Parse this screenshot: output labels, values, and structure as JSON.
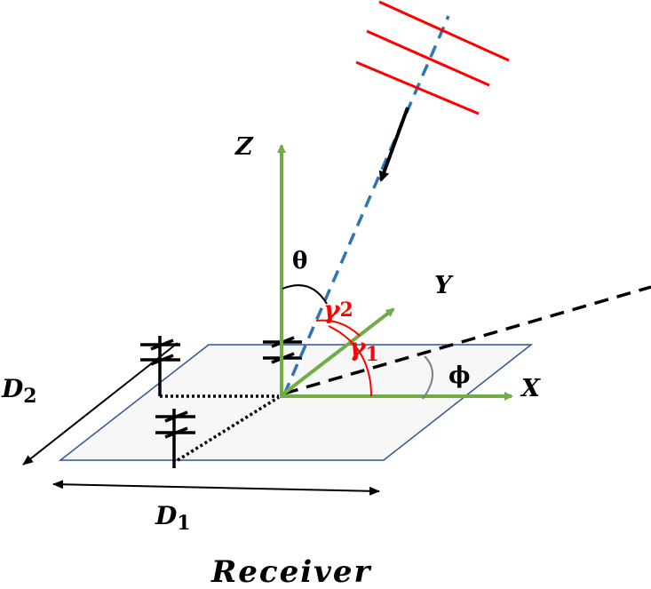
{
  "diagram": {
    "type": "receiver-geometry",
    "labels": {
      "z_axis": "Z",
      "y_axis": "Y",
      "x_axis": "X",
      "theta": "θ",
      "phi": "ϕ",
      "gamma2": "γ",
      "gamma2_sub": "2",
      "gamma1": "γ",
      "gamma1_sub": "1",
      "d2": "D",
      "d2_sub": "2",
      "d1": "D",
      "d1_sub": "1",
      "caption": "Receiver"
    },
    "colors": {
      "axes": "#70ad47",
      "wavefront": "#ff0000",
      "incident_ray": "#2e75b6",
      "plane_fill": "#f7f7f7",
      "plane_border": "#2f5597",
      "gamma": "#ff0000",
      "ink": "#000000",
      "phi_arc": "#808080"
    },
    "elements": {
      "wavefront_lines": 3,
      "antennas": 3
    }
  }
}
